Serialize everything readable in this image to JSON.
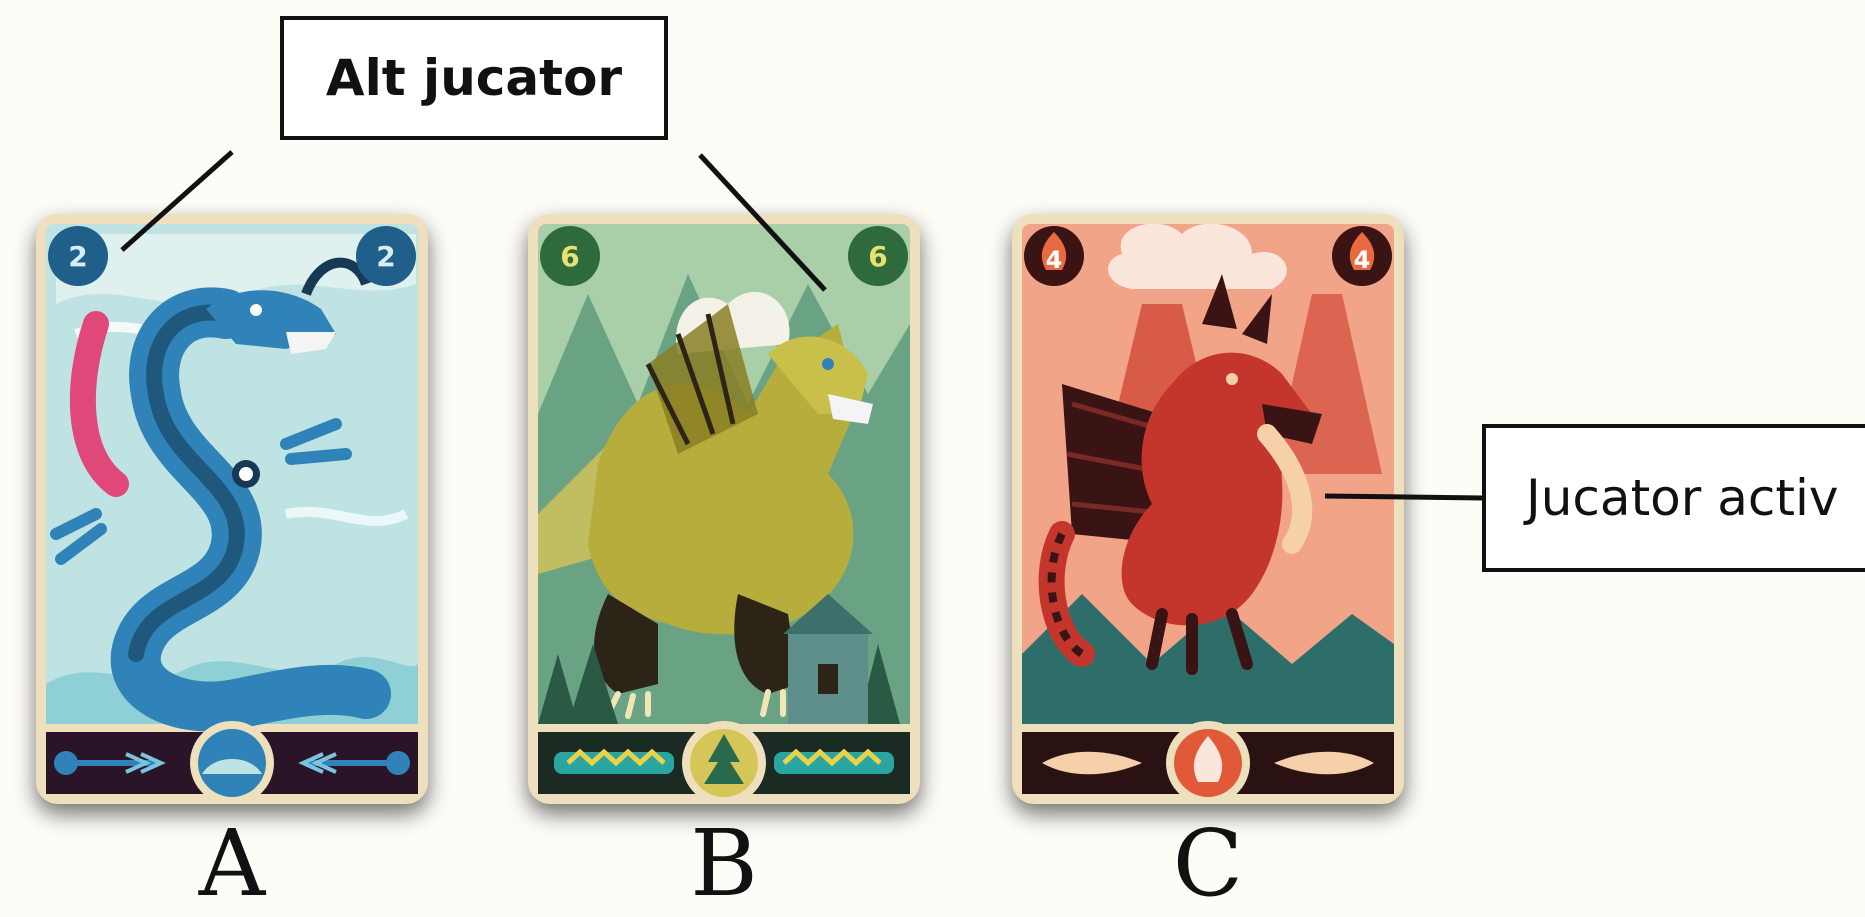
{
  "callouts": {
    "other_player": "Alt jucator",
    "active_player": "Jucator activ"
  },
  "cards": [
    {
      "letter": "A",
      "element": "water",
      "value": "2",
      "colors": {
        "sky": "#bfe3e3",
        "dragon": "#2f83b8",
        "dark": "#163a55",
        "accent": "#e0487a",
        "band": "#2a1428"
      }
    },
    {
      "letter": "B",
      "element": "forest",
      "value": "6",
      "colors": {
        "sky": "#a9cfa8",
        "dragon": "#b6ad3c",
        "dark": "#2d2418",
        "accent": "#f1e6b8",
        "band": "#1c2a24"
      }
    },
    {
      "letter": "C",
      "element": "fire",
      "value": "4",
      "colors": {
        "sky": "#f2a488",
        "dragon": "#c4362c",
        "dark": "#3a1414",
        "accent": "#f6d0a8",
        "band": "#2a1212"
      }
    }
  ]
}
